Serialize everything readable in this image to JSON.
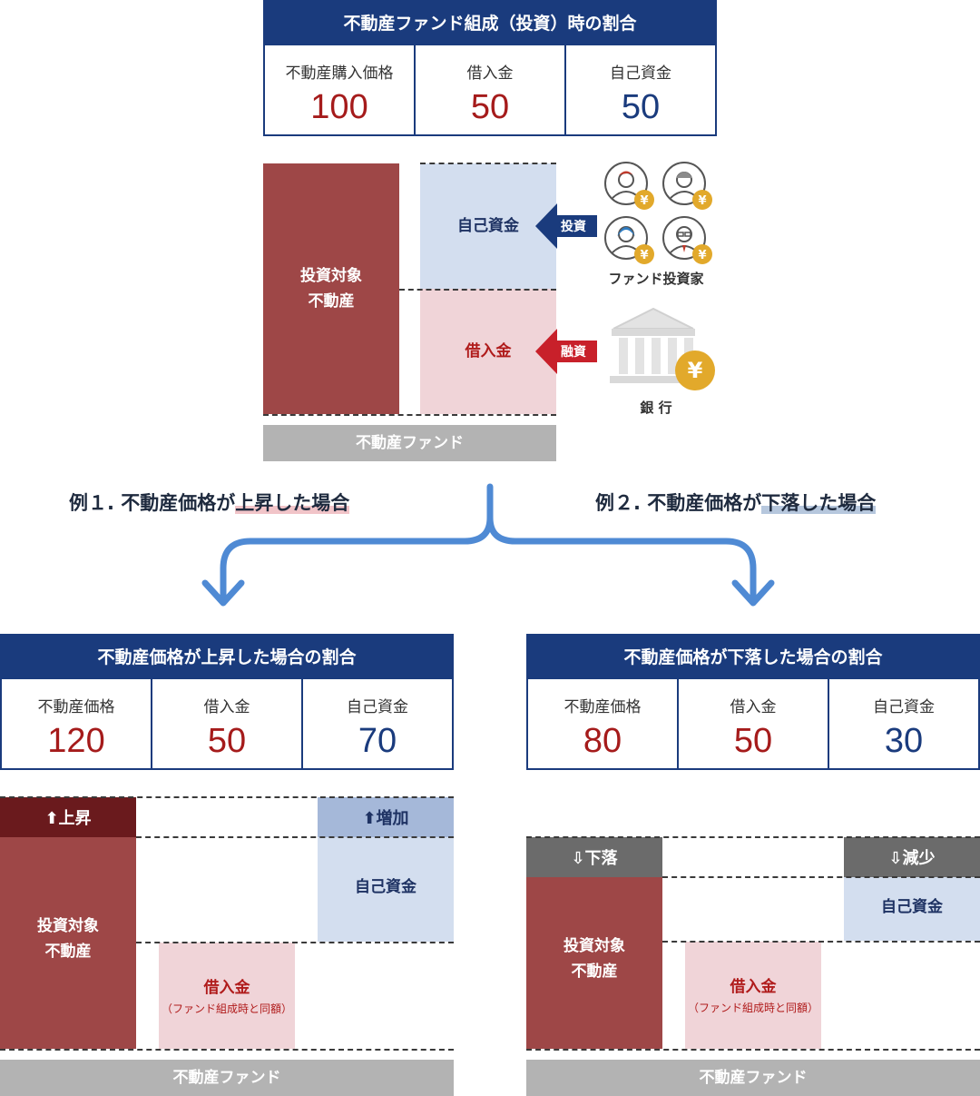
{
  "top": {
    "table": {
      "title": "不動産ファンド組成（投資）時の割合",
      "cells": [
        {
          "label": "不動産購入価格",
          "value": "100"
        },
        {
          "label": "借入金",
          "value": "50"
        },
        {
          "label": "自己資金",
          "value": "50"
        }
      ]
    },
    "diagram": {
      "asset_label_line1": "投資対象",
      "asset_label_line2": "不動産",
      "equity_label": "自己資金",
      "loan_label": "借入金",
      "invest_arrow_label": "投資",
      "finance_arrow_label": "融資",
      "investors_label": "ファンド投資家",
      "bank_label": "銀 行",
      "fund_label": "不動産ファンド",
      "yen": "¥"
    }
  },
  "examples": {
    "ex1_prefix": "例１. 不動産価格が",
    "ex1_highlight": "上昇",
    "ex1_suffix": "した場合",
    "ex2_prefix": "例２. 不動産価格が",
    "ex2_highlight": "下落",
    "ex2_suffix": "した場合"
  },
  "rise": {
    "table": {
      "title": "不動産価格が上昇した場合の割合",
      "cells": [
        {
          "label": "不動産価格",
          "value": "120"
        },
        {
          "label": "借入金",
          "value": "50"
        },
        {
          "label": "自己資金",
          "value": "70"
        }
      ]
    },
    "diagram": {
      "tag_left": "⬆上昇",
      "tag_right": "⬆増加",
      "asset_label_line1": "投資対象",
      "asset_label_line2": "不動産",
      "equity_label": "自己資金",
      "loan_label": "借入金",
      "loan_sub": "（ファンド組成時と同額）",
      "fund_label": "不動産ファンド"
    }
  },
  "fall": {
    "table": {
      "title": "不動産価格が下落した場合の割合",
      "cells": [
        {
          "label": "不動産価格",
          "value": "80"
        },
        {
          "label": "借入金",
          "value": "50"
        },
        {
          "label": "自己資金",
          "value": "30"
        }
      ]
    },
    "diagram": {
      "tag_left": "⇩下落",
      "tag_right": "⇩減少",
      "asset_label_line1": "投資対象",
      "asset_label_line2": "不動産",
      "equity_label": "自己資金",
      "loan_label": "借入金",
      "loan_sub": "（ファンド組成時と同額）",
      "fund_label": "不動産ファンド"
    }
  },
  "colors": {
    "navy": "#1a3b7d",
    "asset": "#9e4747",
    "equity": "#d3deef",
    "loan": "#f0d4d8",
    "fund": "#b3b3b3",
    "red_text": "#b01b1b",
    "connector": "#4f8ad4"
  }
}
